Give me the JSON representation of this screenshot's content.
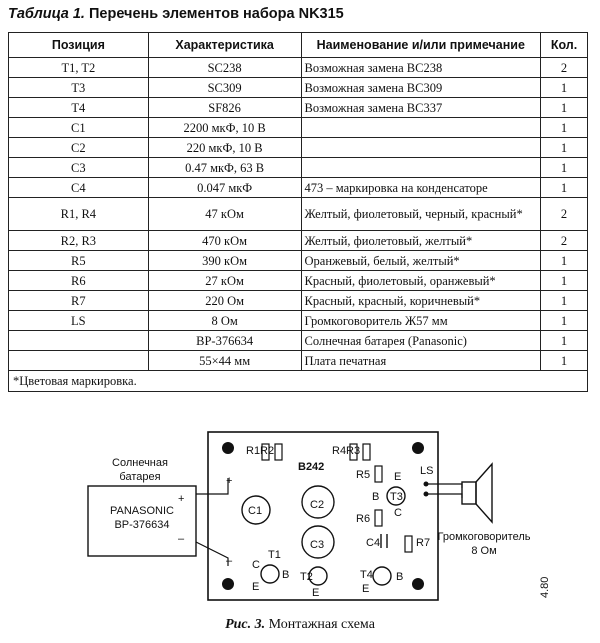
{
  "table": {
    "caption_prefix": "Таблица 1.",
    "caption_title": "Перечень элементов набора NK315",
    "headers": [
      "Позиция",
      "Характеристика",
      "Наименование и/или примечание",
      "Кол."
    ],
    "rows": [
      [
        "T1, T2",
        "SC238",
        "Возможная замена BC238",
        "2"
      ],
      [
        "T3",
        "SC309",
        "Возможная замена BC309",
        "1"
      ],
      [
        "T4",
        "SF826",
        "Возможная замена BC337",
        "1"
      ],
      [
        "C1",
        "2200 мкФ, 10 В",
        "",
        "1"
      ],
      [
        "C2",
        "220 мкФ, 10 В",
        "",
        "1"
      ],
      [
        "C3",
        "0.47 мкФ, 63 В",
        "",
        "1"
      ],
      [
        "C4",
        "0.047 мкФ",
        "473 – маркировка на конденсаторе",
        "1"
      ],
      [
        "R1, R4",
        "47 кОм",
        "Желтый, фиолетовый, черный, красный*",
        "2"
      ],
      [
        "R2, R3",
        "470 кОм",
        "Желтый, фиолетовый, желтый*",
        "2"
      ],
      [
        "R5",
        "390 кОм",
        "Оранжевый, белый, желтый*",
        "1"
      ],
      [
        "R6",
        "27 кОм",
        "Красный, фиолетовый, оранжевый*",
        "1"
      ],
      [
        "R7",
        "220 Ом",
        "Красный, красный, коричневый*",
        "1"
      ],
      [
        "LS",
        "8 Ом",
        "Громкоговоритель Ж57 мм",
        "1"
      ],
      [
        "",
        "BP-376634",
        "Солнечная батарея (Panasonic)",
        "1"
      ],
      [
        "",
        "55×44 мм",
        "Плата печатная",
        "1"
      ]
    ],
    "footnote": "*Цветовая маркировка."
  },
  "diagram": {
    "solar_label_line1": "Солнечная",
    "solar_label_line2": "батарея",
    "panel_line1": "PANASONIC",
    "panel_line2": "BP-376634",
    "plus": "+",
    "minus": "–",
    "board_plus": "+",
    "board_minus": "–",
    "board_name": "B242",
    "r1r2": "R1R2",
    "r4r3": "R4R3",
    "r5": "R5",
    "r6": "R6",
    "r7": "R7",
    "c1": "C1",
    "c2": "C2",
    "c3": "C3",
    "c4": "C4",
    "t1": "T1",
    "t2": "T2",
    "t3": "T3",
    "t4": "T4",
    "pin_c": "C",
    "pin_b": "B",
    "pin_e": "E",
    "ls": "LS",
    "speaker_label": "Громкоговоритель",
    "speaker_value": "8 Ом",
    "side_mark": "4.80"
  },
  "figure": {
    "prefix": "Рис. 3.",
    "title": "Монтажная схема"
  }
}
